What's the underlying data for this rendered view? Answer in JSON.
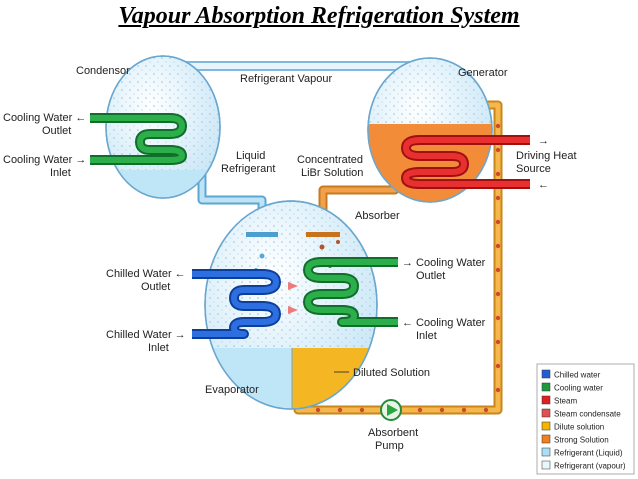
{
  "title": "Vapour Absorption Refrigeration System",
  "labels": {
    "condensor": "Condensor",
    "generator": "Generator",
    "refrigerant_vapour": "Refrigerant Vapour",
    "cw_outlet_top_1": "Cooling Water ←",
    "cw_outlet_top_2": "Outlet",
    "cw_inlet_top_1": "Cooling Water →",
    "cw_inlet_top_2": "Inlet",
    "liquid_refrigerant_1": "Liquid",
    "liquid_refrigerant_2": "Refrigerant",
    "concentrated_1": "Concentrated",
    "concentrated_2": "LiBr Solution",
    "driving_heat_1": "Driving Heat",
    "driving_heat_2": "Source",
    "arrow_right": "→",
    "arrow_left": "←",
    "absorber": "Absorber",
    "chilled_outlet_1": "Chilled Water ←",
    "chilled_outlet_2": "Outlet",
    "chilled_inlet_1": "Chilled Water →",
    "chilled_inlet_2": "Inlet",
    "cw_outlet_mid_1": "→ Cooling Water",
    "cw_outlet_mid_2": "Outlet",
    "cw_inlet_mid_1": "← Cooling Water",
    "cw_inlet_mid_2": "Inlet",
    "evaporator": "Evaporator",
    "diluted_solution": "Diluted Solution",
    "absorbent_pump_1": "Absorbent",
    "absorbent_pump_2": "Pump"
  },
  "legend": [
    {
      "label": "Chilled water",
      "color": "#1f5fd1"
    },
    {
      "label": "Cooling water",
      "color": "#1e9a3a"
    },
    {
      "label": "Steam",
      "color": "#e02020"
    },
    {
      "label": "Steam condensate",
      "color": "#e05050"
    },
    {
      "label": "Dilute solution",
      "color": "#f4b400"
    },
    {
      "label": "Strong Solution",
      "color": "#f08020"
    },
    {
      "label": "Refrigerant (Liquid)",
      "color": "#a8e0f5"
    },
    {
      "label": "Refrigerant (vapour)",
      "color": "#e8f6fd"
    }
  ],
  "colors": {
    "chilled": "#1f5fd1",
    "cooling": "#1e9a3a",
    "steam": "#e02020",
    "dilute": "#f4b400",
    "strong": "#f08020",
    "refrigerant_liquid": "#a8e0f5",
    "refrigerant_vapour": "#e8f6fd",
    "pipe": "#f2a93b",
    "pipe_vapour": "#cfeaf8"
  }
}
